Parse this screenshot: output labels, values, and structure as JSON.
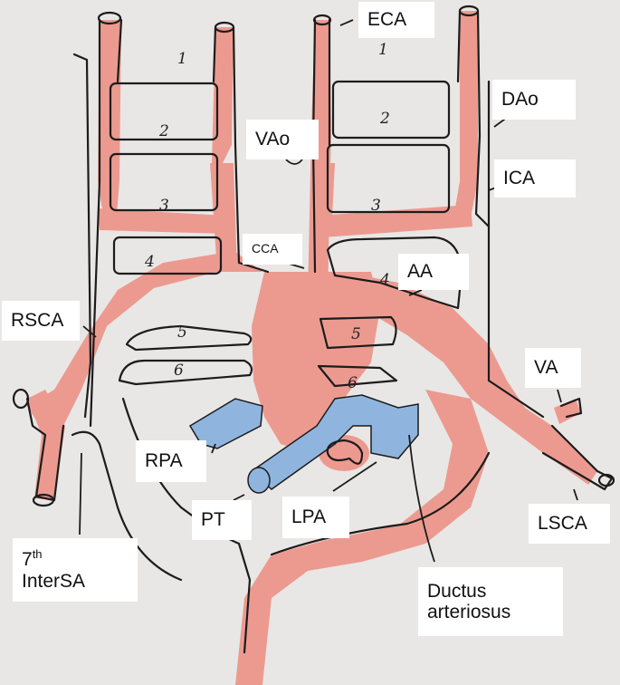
{
  "labels": {
    "eca": "ECA",
    "dao": "DAo",
    "vao": "VAo",
    "ica": "ICA",
    "cca": "CCA",
    "aa": "AA",
    "rsca": "RSCA",
    "va": "VA",
    "rpa": "RPA",
    "pt": "PT",
    "lpa": "LPA",
    "lsca": "LSCA",
    "intersa_main": "7",
    "intersa_sup": "th",
    "intersa_line2": "InterSA",
    "ductus_line1": "Ductus",
    "ductus_line2": "arteriosus"
  },
  "arch_numbers": {
    "left": [
      "1",
      "2",
      "3",
      "4",
      "5",
      "6"
    ],
    "right": [
      "1",
      "2",
      "3",
      "4",
      "5",
      "6"
    ]
  },
  "colors": {
    "artery": "#ec9a90",
    "pulmonary": "#8fb5df",
    "outline": "#1c1c1c",
    "background": "#e8e7e5",
    "label_box": "#ffffff"
  }
}
